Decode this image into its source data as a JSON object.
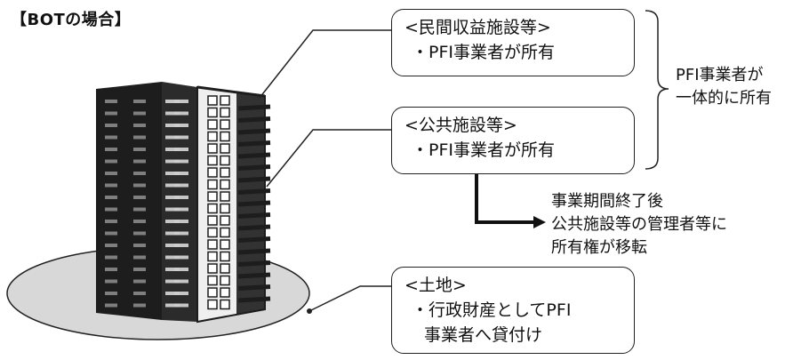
{
  "title": "【BOTの場合】",
  "boxes": {
    "private_facilities": {
      "heading": "<民間収益施設等>",
      "item": "・PFI事業者が所有"
    },
    "public_facilities": {
      "heading": "<公共施設等>",
      "item": "・PFI事業者が所有"
    },
    "land": {
      "heading": "<土地>",
      "item_line1": "・行政財産としてPFI",
      "item_line2": "事業者へ貸付け"
    }
  },
  "ownership_note": {
    "line1": "PFI事業者が",
    "line2": "一体的に所有"
  },
  "transfer_note": {
    "line1": "事業期間終了後",
    "line2": "公共施設等の管理者等に",
    "line3": "所有権が移転"
  },
  "colors": {
    "ground": "#d8d8d8",
    "tower_dark": "#1d1d1d",
    "tower_light": "#efefef",
    "line": "#222222"
  }
}
